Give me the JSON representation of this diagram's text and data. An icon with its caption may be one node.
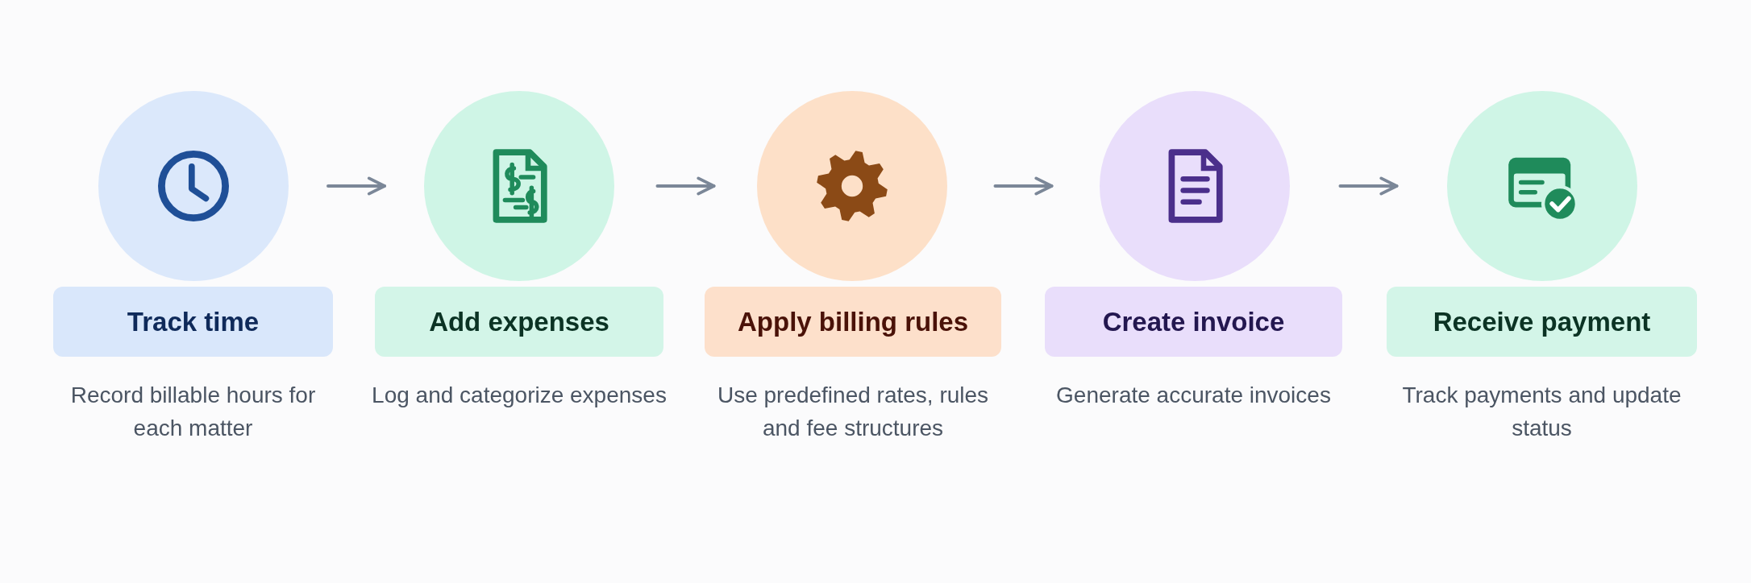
{
  "diagram": {
    "nodes": [
      {
        "text": [],
        "shape": "circle"
      },
      {
        "text": [
          "Track time"
        ],
        "beside": [
          "Record billable hours for each matter"
        ]
      },
      {
        "text": [],
        "shape": "circle"
      },
      {
        "text": [
          "Add expenses"
        ],
        "beside": [
          "Log and categorize expenses"
        ]
      },
      {
        "text": [],
        "shape": "circle"
      },
      {
        "text": [
          "Apply billing rules"
        ],
        "beside": [
          "Use predefined rates, rules and fee structures"
        ]
      },
      {
        "text": [],
        "shape": "circle"
      },
      {
        "text": [
          "Create invoice"
        ],
        "beside": [
          "Generate accurate invoices"
        ]
      },
      {
        "text": [],
        "shape": "circle"
      },
      {
        "text": [
          "Receive payment"
        ],
        "beside": [
          "Track payments and update status"
        ]
      }
    ],
    "edges": [
      {
        "from": 0,
        "to": 2,
        "arrow": "to"
      },
      {
        "from": 2,
        "to": 4,
        "arrow": "to"
      },
      {
        "from": 4,
        "to": 6,
        "arrow": "to"
      },
      {
        "from": 6,
        "to": 8,
        "arrow": "to"
      }
    ]
  }
}
